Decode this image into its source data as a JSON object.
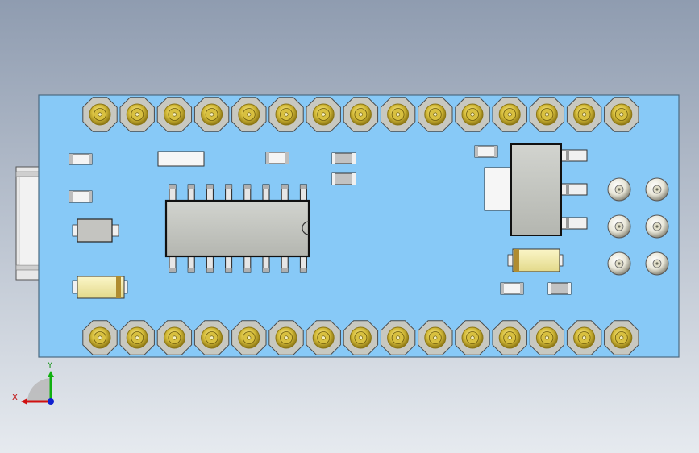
{
  "scene": {
    "background_top": "#8f9cb0",
    "background_bottom": "#e6eaef",
    "board_color": "#87c9f7",
    "board_edge": "#4b6a82",
    "header_pin_count_per_row": 15,
    "pin_gold": "#d8c040",
    "pin_gold_dark": "#8c7614",
    "pin_base": "#c8c8c0",
    "ic_pins_per_side": 8,
    "ic_body": "#c3c5c0",
    "smd_white": "#f4f4f4",
    "smd_grey": "#c2c2c2",
    "diode_yellow": "#efe8a0",
    "via_count": 6
  },
  "triad": {
    "x_label": "X",
    "y_label": "Y",
    "x_color": "#d01010",
    "y_color": "#10b010",
    "z_color": "#1020d0"
  }
}
